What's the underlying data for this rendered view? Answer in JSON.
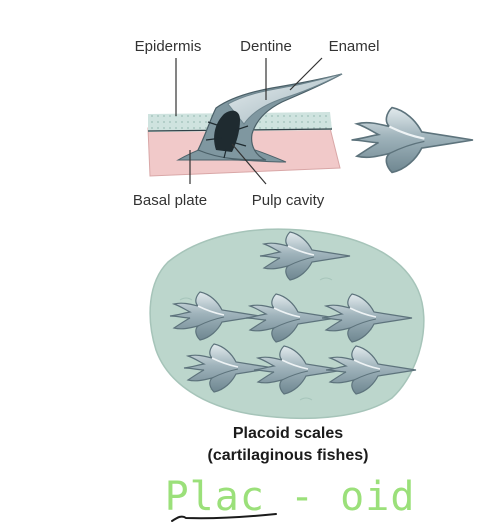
{
  "labels": {
    "epidermis": "Epidermis",
    "dentine": "Dentine",
    "enamel": "Enamel",
    "basal_plate": "Basal plate",
    "pulp_cavity": "Pulp cavity"
  },
  "caption": {
    "line1": "Placoid scales",
    "line2": "(cartilaginous fishes)"
  },
  "handwritten_note": "Plac - oid",
  "colors": {
    "label_text": "#333333",
    "leader_line": "#333333",
    "epidermis": "#cfe3df",
    "dermis": "#f1c9c9",
    "dentine": "#7f97a0",
    "enamel": "#c9d6db",
    "pulp": "#1f2b30",
    "scale_body": "#8ea4ad",
    "scale_highlight": "#d7e1e5",
    "background_patch": "#bcd6cc",
    "handwriting": "#9be07a",
    "ink_dark": "#1b1b1b"
  },
  "icons": {
    "cross_section": "placoid-scale-cross-section",
    "single_scale": "placoid-scale-top-view",
    "scale_cluster": "placoid-scale-cluster"
  }
}
